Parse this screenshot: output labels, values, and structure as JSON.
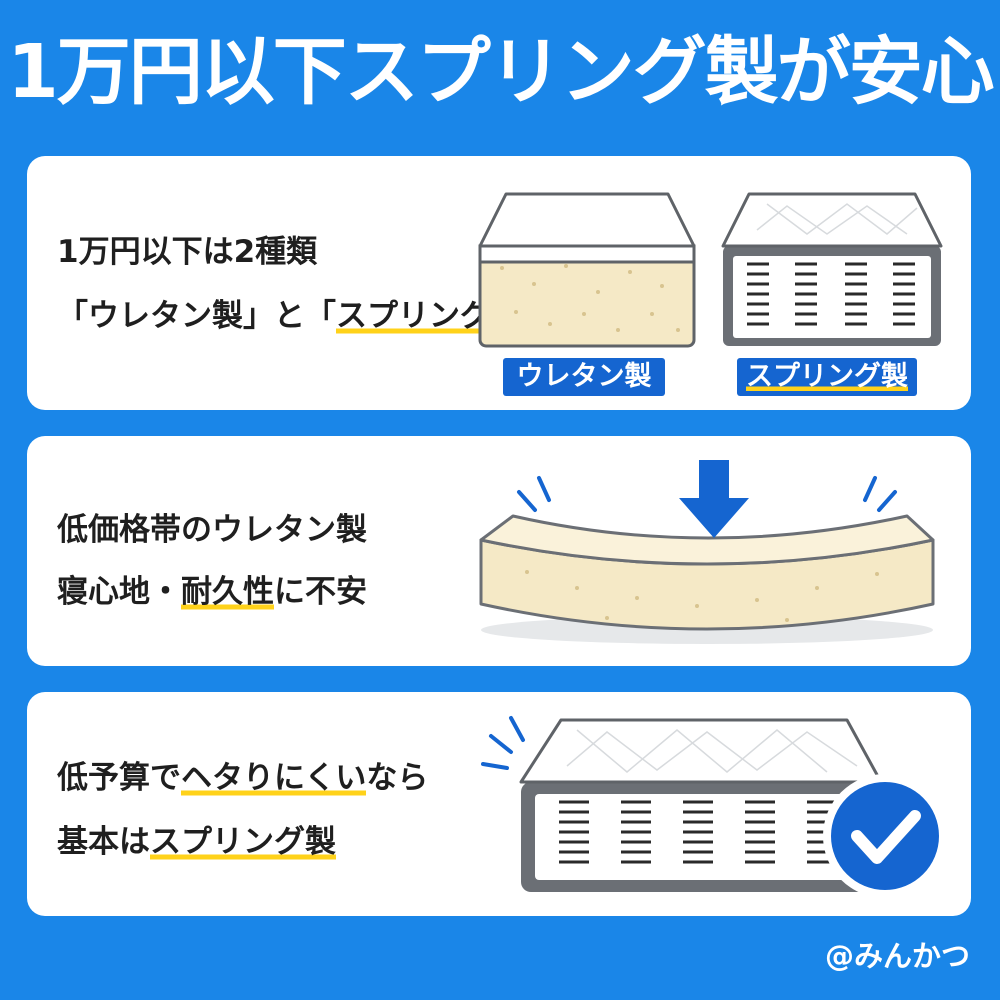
{
  "title": "1万円以下スプリング製が安心",
  "card1": {
    "line1": "1万円以下は2種類",
    "line2_a": "「ウレタン製」と「",
    "line2_b": "スプリング製",
    "line2_c": "」",
    "tag_urethane": "ウレタン製",
    "tag_spring": "スプリング製"
  },
  "card2": {
    "line1": "低価格帯のウレタン製",
    "line2_a": "寝心地・",
    "line2_b": "耐久性",
    "line2_c": "に不安"
  },
  "card3": {
    "line1_a": "低予算で",
    "line1_b": "ヘタりにくい",
    "line1_c": "なら",
    "line2_a": "基本は",
    "line2_b": "スプリング製"
  },
  "credit": "@みんかつ",
  "icons": {
    "arrow": "down-arrow-icon",
    "check": "check-circle-icon"
  },
  "colors": {
    "background": "#1a86e8",
    "card": "#ffffff",
    "tag": "#1565d0",
    "highlight": "#ffd21a",
    "foam": "#f5e9c6",
    "frame": "#5f6368"
  }
}
